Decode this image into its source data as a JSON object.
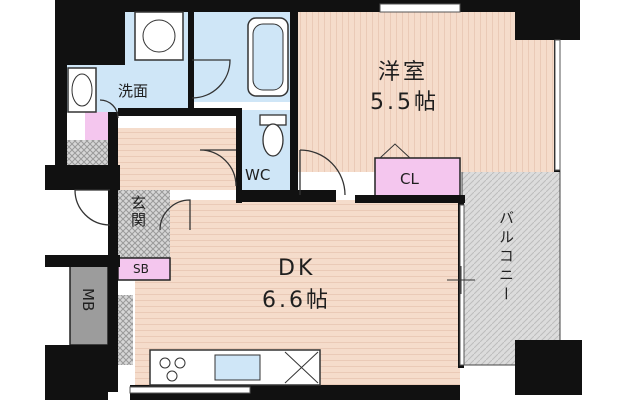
{
  "rooms": {
    "western": {
      "name": "洋室",
      "size": "5.5帖"
    },
    "dk": {
      "name": "DK",
      "size": "6.6帖"
    },
    "washroom": {
      "name": "洗面"
    },
    "wc": {
      "name": "WC"
    },
    "entrance": {
      "name": "玄関"
    },
    "closet": {
      "name": "CL"
    },
    "shoe_box": {
      "name": "SB"
    },
    "meter_box": {
      "name": "MB"
    },
    "balcony": {
      "name": "バルコニー"
    }
  },
  "colors": {
    "wall": "#111111",
    "floor_wood": "#f5dccb",
    "floor_wood_line": "#e0b9a3",
    "wet_area": "#cfe6f7",
    "storage": "#f4c6ee",
    "tile": "#bdbdbd",
    "balcony": "#d8d8d8"
  }
}
